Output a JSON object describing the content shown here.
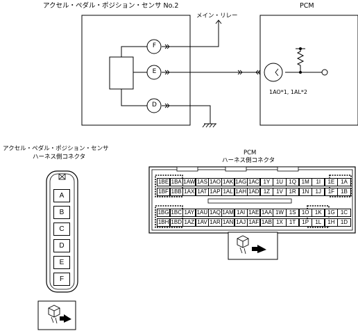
{
  "sensor_title": "アクセル・ペダル・ポジション・センサ No.2",
  "pcm_title": "PCM",
  "main_relay_label": "メイン・リレー",
  "pins": {
    "f": "F",
    "e": "E",
    "d": "D"
  },
  "pcm_pin_label": "1AO*1, 1AL*2",
  "sensor_connector_title_1": "アクセル・ペダル・ポジション・センサ",
  "sensor_connector_title_2": "ハーネス側コネクタ",
  "pcm_connector_title_1": "PCM",
  "pcm_connector_title_2": "ハーネス側コネクタ",
  "sensor_connector_pins": [
    "A",
    "B",
    "C",
    "D",
    "E",
    "F"
  ],
  "pcm_connector_rows": [
    [
      "1BE",
      "1BA",
      "1AW",
      "1AS",
      "1AO",
      "1AK",
      "1AG",
      "1AC",
      "1Y",
      "1U",
      "1Q",
      "1M",
      "1I",
      "1E",
      "1A"
    ],
    [
      "1BF",
      "1BB",
      "1AX",
      "1AT",
      "1AP",
      "1AL",
      "1AH",
      "1AD",
      "1Z",
      "1V",
      "1R",
      "1N",
      "1J",
      "1F",
      "1B"
    ],
    [
      "1BG",
      "1BC",
      "1AY",
      "1AU",
      "1AQ",
      "1AM",
      "1AI",
      "1AE",
      "1AA",
      "1W",
      "1S",
      "1O",
      "1K",
      "1G",
      "1C"
    ],
    [
      "1BH",
      "1BD",
      "1AZ",
      "1AV",
      "1AR",
      "1AN",
      "1AJ",
      "1AF",
      "1AB",
      "1X",
      "1T",
      "1P",
      "1L",
      "1H",
      "1D"
    ]
  ]
}
